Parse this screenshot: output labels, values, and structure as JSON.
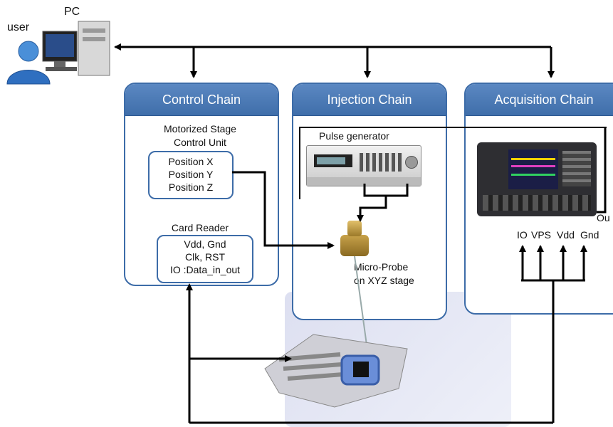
{
  "pc": {
    "label": "PC",
    "user_label": "user"
  },
  "chains": {
    "control": {
      "title": "Control Chain",
      "motor_label_1": "Motorized Stage",
      "motor_label_2": "Control Unit",
      "positions": [
        "Position X",
        "Position Y",
        "Position Z"
      ],
      "card_reader": "Card Reader",
      "card_lines": [
        "Vdd, Gnd",
        "Clk, RST",
        "IO :Data_in_out"
      ]
    },
    "injection": {
      "title": "Injection Chain",
      "pulse_generator": "Pulse generator",
      "probe_lines": [
        "Micro-Probe",
        "on XYZ stage"
      ]
    },
    "acquisition": {
      "title": "Acquisition Chain",
      "out_label": "Ou",
      "pins": [
        "IO",
        "VPS",
        "Vdd",
        "Gnd"
      ]
    }
  }
}
